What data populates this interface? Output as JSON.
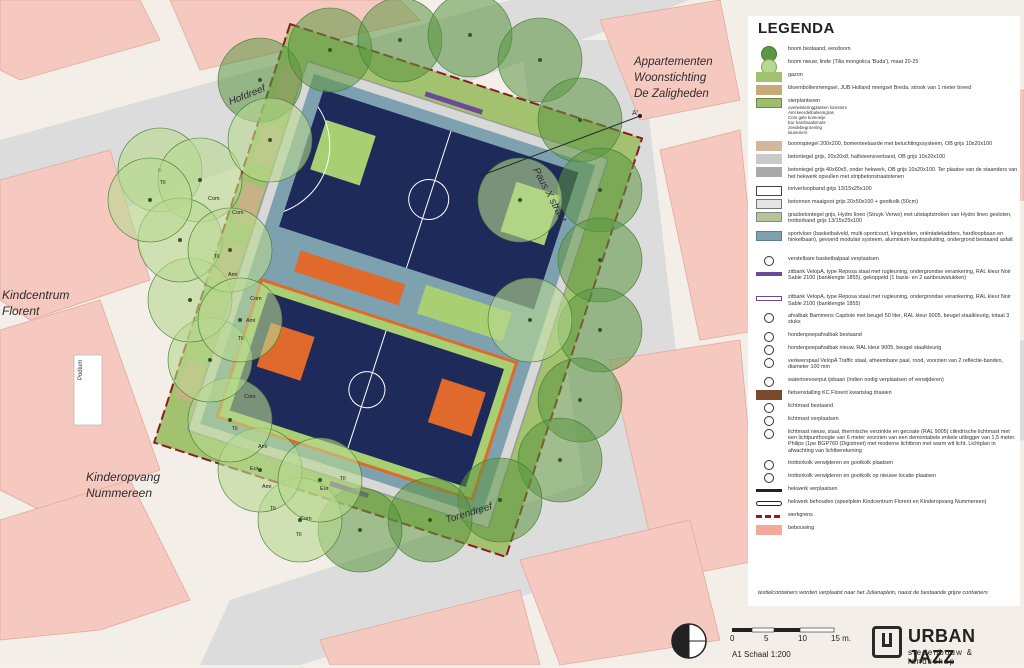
{
  "map": {
    "labels": {
      "apartments": [
        "Appartementen",
        "Woonstichting",
        "De Zaligheden"
      ],
      "kindcentrum": [
        "Kindcentrum",
        "Florent"
      ],
      "kinderopvang": [
        "Kinderopvang",
        "Nummereen"
      ],
      "podium": "Podium",
      "hofdreef": "Hofdreef",
      "paus_straat": "Paus X straat",
      "torendreef": "Torendreef",
      "section_marker": "A'"
    },
    "tree_tags": [
      "Til",
      "Com",
      "Com",
      "Til",
      "Ami",
      "Com",
      "Ami",
      "Til",
      "Com",
      "Til",
      "Ami",
      "Eur",
      "Ami",
      "Til",
      "Com",
      "Eur",
      "Til",
      "Til"
    ]
  },
  "colors": {
    "built": "#f6c9c0",
    "pavement": "#dcdcdc",
    "grass": "#a2c26f",
    "tree_existing": "#5b9642",
    "tree_new": "#b7d890",
    "sport_floor": "#7ea1b0",
    "court": "#1e2a5a",
    "orange": "#e06a2b",
    "lime": "#a9cf73",
    "fence": "#8a1e1e"
  },
  "legend": {
    "title": "LEGENDA",
    "items": [
      {
        "icon": "tree-existing-icon",
        "text": "boom bestaand, eesdoorn"
      },
      {
        "icon": "tree-new-icon",
        "text": "boom nieuw, linde (Tilia mongolica 'Buda'), maat 20-25"
      },
      {
        "icon": "lawn-swatch",
        "text": "gazon"
      },
      {
        "icon": "bulb-mix-swatch",
        "text": "bloembollenmengsel, JUB Holland mengsel Breda, strook van 1 meter breed"
      },
      {
        "icon": "ornamental-plants-swatch",
        "text": "sierplantsoen",
        "sub": [
          "overwinteringplanten foresters",
          "Aml   keerdelbalsemgras",
          "Com   gele komoeije",
          "Eur   kardinaalsmuts",
          "zeedebegroening",
          "laurieriers"
        ]
      },
      {
        "icon": "tree-pit-swatch",
        "text": "boomspiegel 200x200, bomenteelaarde met beluchtingssysteem, OB grijs 10x20x100"
      },
      {
        "icon": "concrete-tile-swatch",
        "text": "betontegel grijs, 20x20x8, halfsteensverband, OB grijs 10x20x100"
      },
      {
        "icon": "concrete-tile-dark-swatch",
        "text": "betontegel grijs 40x60x5, onder hekwerk, OB grijs 10x20x100. Ter plaatse van de staanders van het hekwerk opvullen met stripbetonstraatstenen"
      },
      {
        "icon": "curb-swatch",
        "text": "inriverloopband grijs 13/15x25x100"
      },
      {
        "icon": "mowing-edge-swatch",
        "text": "betonnen maaigoot grijs 20x50x100 + gootkolk (50cm)"
      },
      {
        "icon": "grass-tile-swatch",
        "text": "grasbetontegel grijs, Hydro lineo (Struyk Verwo) met uitstaptstroken van Hydro lineo gesloten, trottoirband grijs 13/15x25x100"
      },
      {
        "icon": "sport-floor-swatch",
        "text": "sportvloer (basketbalveld, multi-sportcourt, kingvelden, oriëntatieladders, hardloopbaan en hinkelbaan), gevoerd modulair systeem, aluminium kantopsluiting, ondergrond bestaand asfalt"
      },
      {
        "icon": "basketball-post-icon",
        "text": "verstelbare basketbalpaal verplaatsen"
      },
      {
        "icon": "bench-swatch",
        "text": "zitbank VelopA, type Reposa staal met rugleuning, ondergrondse verankering, RAL kleur Noir Sable 2100 (banklengte 1855), gekoppeld (1 basis- en 2 aanbouwstukken)"
      },
      {
        "icon": "bench-single-swatch",
        "text": "zitbank VelopA, type Reposa staal met rugleuning, ondergrondse verankering, RAL kleur Noir Sable 2100 (banklengte 1855)"
      },
      {
        "icon": "bin-icon",
        "text": "afvalbak Bammens Capitole met beugel 50 liter, RAL kleur 9005, beugel staalkleurig, totaal 3 stuks"
      },
      {
        "icon": "dog-bin-existing-icon",
        "text": "hondenpoepafvalbak bestaand"
      },
      {
        "icon": "dog-bin-new-icon",
        "text": "hondenpoepafvalbak nieuw, RAL kleur 9005, beugel staalkleurig"
      },
      {
        "icon": "traffic-post-icon",
        "text": "verkeerspaal VelopA Traffic staal, afneembare paal, rood, voorzien van 2 reflectie-banden, diameter 100 mm"
      },
      {
        "icon": "water-tap-icon",
        "text": "watertoevoerput ijsbaan (indien nodig verplaatsen of verwijderen)"
      },
      {
        "icon": "bike-rack-swatch",
        "text": "fietsenstalling KC Florent kwartslag draaien"
      },
      {
        "icon": "lamp-existing-icon",
        "text": "lichtmast bestaand"
      },
      {
        "icon": "lamp-moved-icon",
        "text": "lichtmast verplaatsen"
      },
      {
        "icon": "lamp-new-icon",
        "text": "lichtmast nieuw, staal, thermische verzinkte en gecoate (RAL 9005) cilindrische lichtmast met een lichtpunthoogte van 6 meter voorzien van een demontabele enkele uitlegger van 1,5 meter. Philips (1pe BGP760 (Digistreet) met moderne lichtbron met warm wit licht. Lichtplan in afwachting van lichtberekening"
      },
      {
        "icon": "gully-remove-icon",
        "text": "trottoirkolk verwijderen en gootkolk plaatsen"
      },
      {
        "icon": "gully-relocate-icon",
        "text": "trottoirkolk verwijderen en gootkolk op nieuwe locatie plaatsen"
      },
      {
        "icon": "fence-move-swatch",
        "text": "hekwerk verplaatsen"
      },
      {
        "icon": "fence-keep-swatch",
        "text": "hekwerk behouden (speelplein Kindcentrum Florent en Kinderopvang Nummereen)"
      },
      {
        "icon": "work-boundary-swatch",
        "text": "werkgrens"
      },
      {
        "icon": "building-swatch",
        "text": "bebouwing"
      }
    ],
    "note": "textielcontainers worden verplaatst naar het Julianaplein, naast de bestaande grijze containers"
  },
  "scale": {
    "ticks": [
      "0",
      "5",
      "10",
      "15 m."
    ],
    "label": "A1 Schaal 1:200"
  },
  "brand": {
    "name": "URBAN JAZZ",
    "tagline": "stedenbouw & landschap"
  }
}
